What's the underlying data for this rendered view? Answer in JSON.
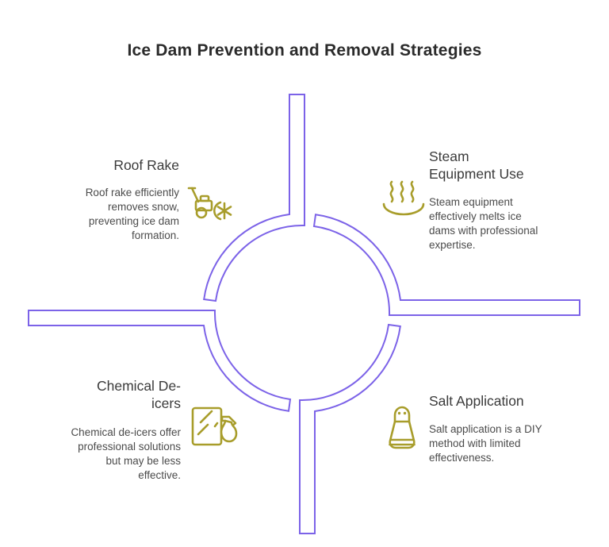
{
  "title": "Ice Dam Prevention and Removal Strategies",
  "colors": {
    "diagram_purple": "#7c63e8",
    "icon_gold": "#a89d2b",
    "title_text": "#2b2b2b",
    "heading_text": "#3b3b3b",
    "body_text": "#4b4b4b",
    "background": "#ffffff"
  },
  "diagram": {
    "shape": "segmented circle with four offset arms (pinwheel cross)",
    "segments": 4
  },
  "sections": [
    {
      "position": "top-left",
      "title": "Roof Rake",
      "description": "Roof rake efficiently removes snow, preventing ice dam formation.",
      "icon": "snow-blower-icon"
    },
    {
      "position": "top-right",
      "title": "Steam Equipment Use",
      "description": "Steam equipment effectively melts ice dams with professional expertise.",
      "icon": "steam-icon"
    },
    {
      "position": "bottom-left",
      "title": "Chemical De-icers",
      "description": "Chemical de-icers offer professional solutions but may be less effective.",
      "icon": "spray-bottle-window-icon"
    },
    {
      "position": "bottom-right",
      "title": "Salt Application",
      "description": "Salt application is a DIY method with limited effectiveness.",
      "icon": "salt-shaker-icon"
    }
  ]
}
